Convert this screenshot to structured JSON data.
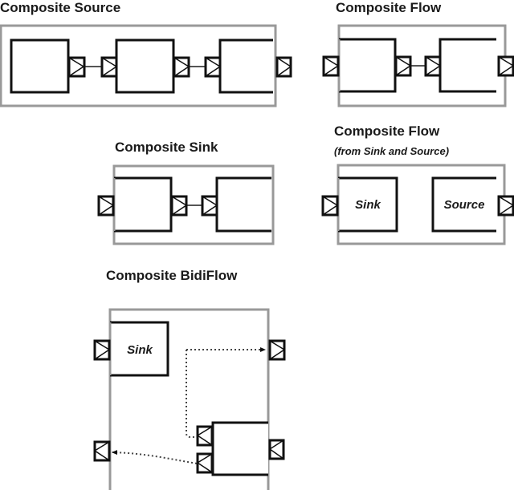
{
  "diagram": {
    "colors": {
      "outline": "#999999",
      "module": "#111111",
      "background": "#ffffff"
    },
    "sections": [
      {
        "id": "composite-source",
        "title": "Composite Source",
        "subtitle": ""
      },
      {
        "id": "composite-flow",
        "title": "Composite Flow",
        "subtitle": ""
      },
      {
        "id": "composite-sink",
        "title": "Composite Sink",
        "subtitle": ""
      },
      {
        "id": "composite-flow-from-sink-source",
        "title": "Composite Flow",
        "subtitle": "(from Sink and Source)",
        "boxes": [
          "Sink",
          "Source"
        ]
      },
      {
        "id": "composite-bidiflow",
        "title": "Composite BidiFlow",
        "subtitle": "",
        "boxes": [
          "Sink"
        ]
      }
    ]
  }
}
